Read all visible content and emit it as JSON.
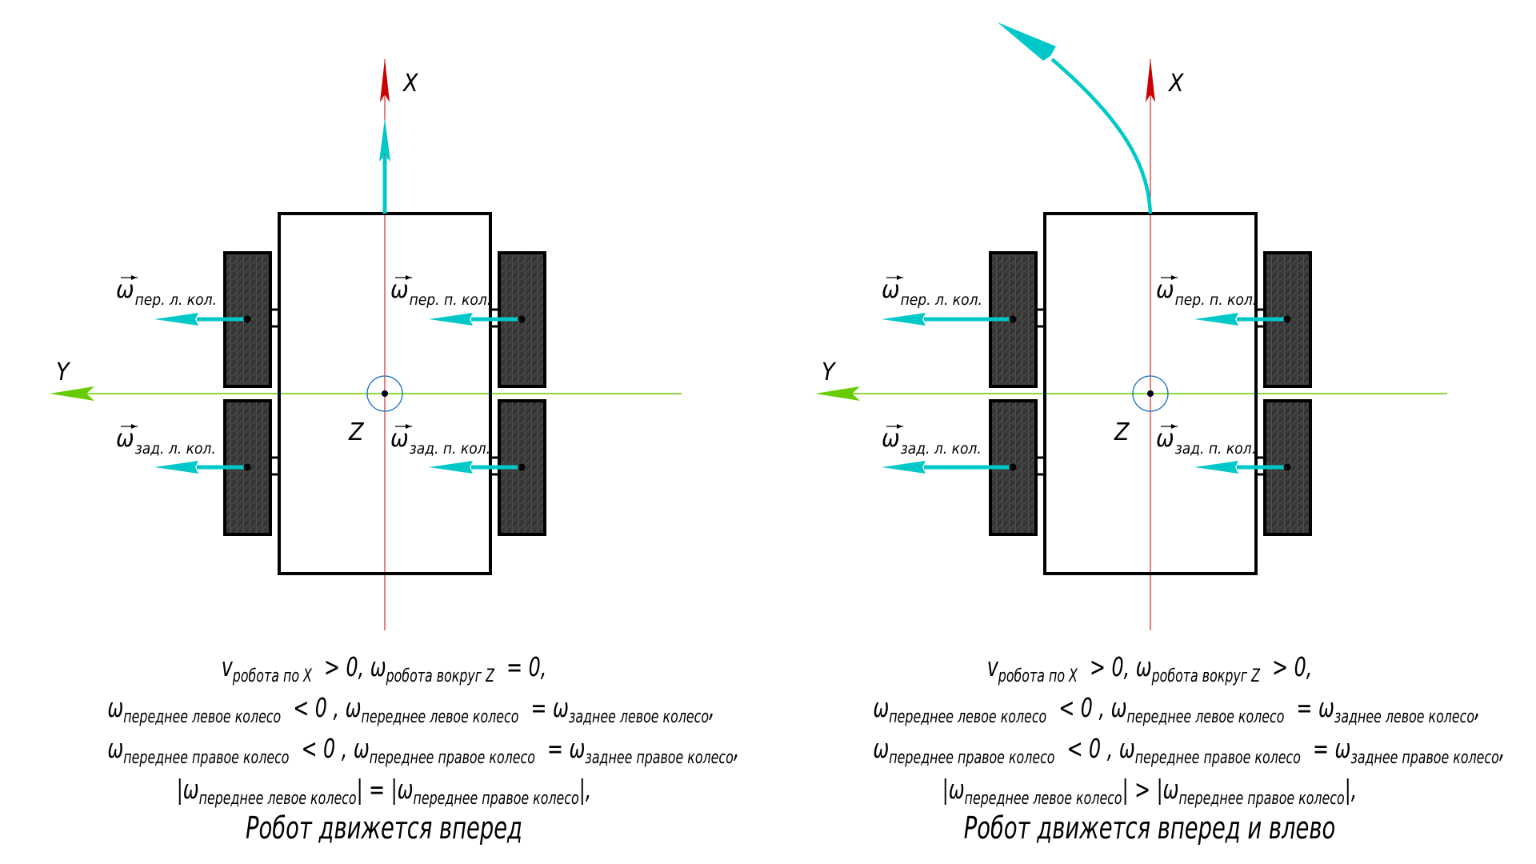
{
  "colors": {
    "x_axis": "#cc0000",
    "y_axis": "#66cc00",
    "z_marker": "#1f6fc5",
    "motion_vector": "#00c8c8",
    "body_stroke": "#000000",
    "tire_fill": "#3b3b3b"
  },
  "diagrams": [
    {
      "id": "forward",
      "axis_labels": {
        "x": "X",
        "y": "Y",
        "z": "Z"
      },
      "motion": "straight",
      "wheel_labels": {
        "front_left": {
          "main": "ω",
          "sub": "пер. л. кол."
        },
        "front_right": {
          "main": "ω",
          "sub": "пер. п. кол."
        },
        "rear_left": {
          "main": "ω",
          "sub": "зад. л. кол."
        },
        "rear_right": {
          "main": "ω",
          "sub": "зад. п. кол."
        }
      },
      "formulas": [
        [
          {
            "t": "v"
          },
          {
            "s": "робота по X"
          },
          {
            "t": "  > 0, ω"
          },
          {
            "s": "робота вокруг Z"
          },
          {
            "t": "  = 0,"
          }
        ],
        [
          {
            "t": "ω"
          },
          {
            "s": "переднее левое колесо"
          },
          {
            "t": "  < 0 , ω"
          },
          {
            "s": "переднее левое колесо"
          },
          {
            "t": "  = ω"
          },
          {
            "s": "заднее левое колесо"
          },
          {
            "t": ","
          }
        ],
        [
          {
            "t": "ω"
          },
          {
            "s": "переднее правое колесо"
          },
          {
            "t": "  < 0 , ω"
          },
          {
            "s": "переднее правое колесо"
          },
          {
            "t": "  = ω"
          },
          {
            "s": "заднее правое колесо"
          },
          {
            "t": ","
          }
        ],
        [
          {
            "t": "|ω"
          },
          {
            "s": "переднее левое колесо"
          },
          {
            "t": "| = |ω"
          },
          {
            "s": "переднее правое колесо"
          },
          {
            "t": "|,"
          }
        ]
      ],
      "caption": "Робот движется вперед"
    },
    {
      "id": "forward-left",
      "axis_labels": {
        "x": "X",
        "y": "Y",
        "z": "Z"
      },
      "motion": "curve-left",
      "wheel_labels": {
        "front_left": {
          "main": "ω",
          "sub": "пер. л. кол."
        },
        "front_right": {
          "main": "ω",
          "sub": "пер. п. кол."
        },
        "rear_left": {
          "main": "ω",
          "sub": "зад. л. кол."
        },
        "rear_right": {
          "main": "ω",
          "sub": "зад. п. кол."
        }
      },
      "formulas": [
        [
          {
            "t": "v"
          },
          {
            "s": "робота по X"
          },
          {
            "t": "  > 0, ω"
          },
          {
            "s": "робота вокруг Z"
          },
          {
            "t": "  > 0,"
          }
        ],
        [
          {
            "t": "ω"
          },
          {
            "s": "переднее левое колесо"
          },
          {
            "t": "  < 0 , ω"
          },
          {
            "s": "переднее левое колесо"
          },
          {
            "t": "  = ω"
          },
          {
            "s": "заднее левое колесо"
          },
          {
            "t": ","
          }
        ],
        [
          {
            "t": "ω"
          },
          {
            "s": "переднее правое колесо"
          },
          {
            "t": "  < 0 , ω"
          },
          {
            "s": "переднее правое колесо"
          },
          {
            "t": "  = ω"
          },
          {
            "s": "заднее правое колесо"
          },
          {
            "t": ","
          }
        ],
        [
          {
            "t": "|ω"
          },
          {
            "s": "переднее левое колесо"
          },
          {
            "t": "| > |ω"
          },
          {
            "s": "переднее правое колесо"
          },
          {
            "t": "|,"
          }
        ]
      ],
      "caption": "Робот движется вперед и влево"
    }
  ]
}
